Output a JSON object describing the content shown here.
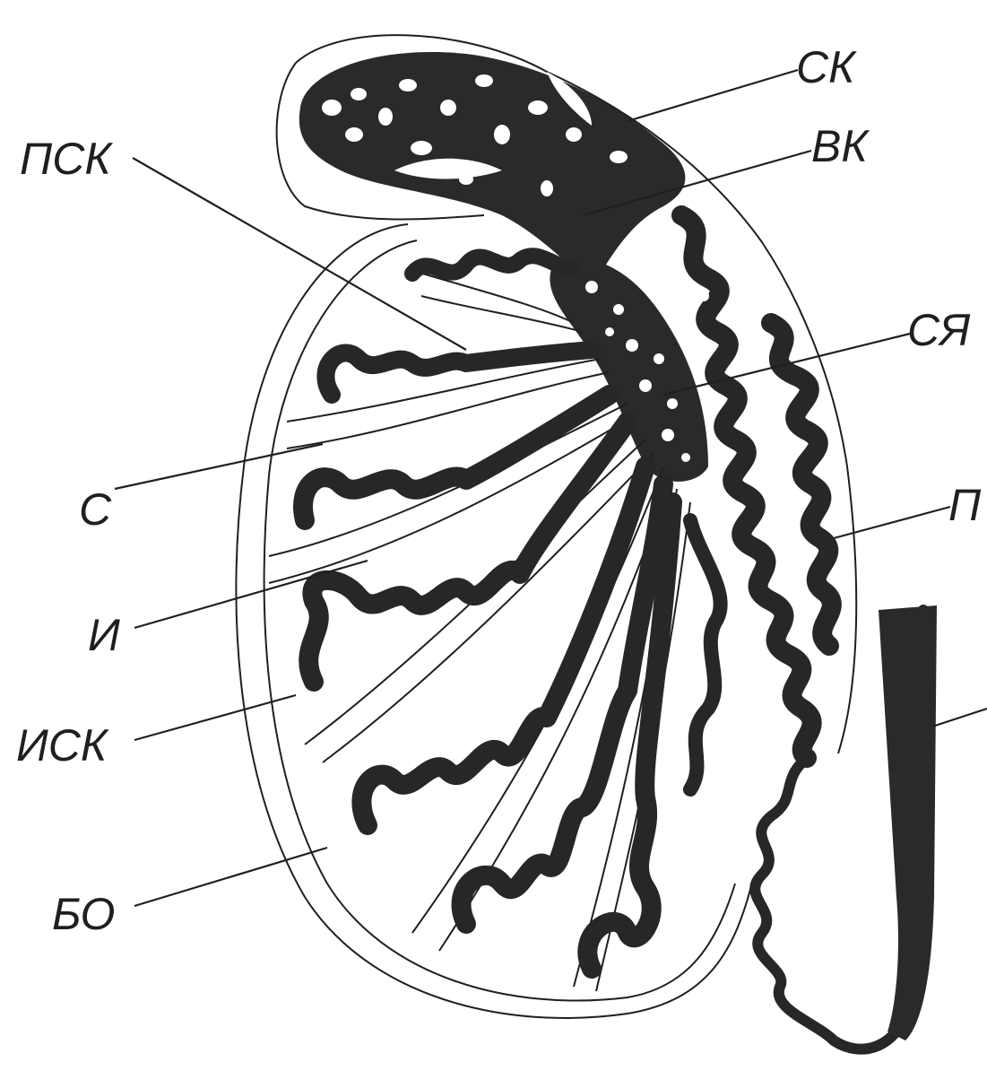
{
  "labels": {
    "sk": "СК",
    "vk": "ВК",
    "psk": "ПСК",
    "sya": "СЯ",
    "s": "С",
    "p": "П",
    "i": "И",
    "isk": "ИСК",
    "bo": "БО"
  },
  "colors": {
    "ink": "#1f1f1f",
    "tubule": "#2a2a2a",
    "background": "#ffffff"
  }
}
